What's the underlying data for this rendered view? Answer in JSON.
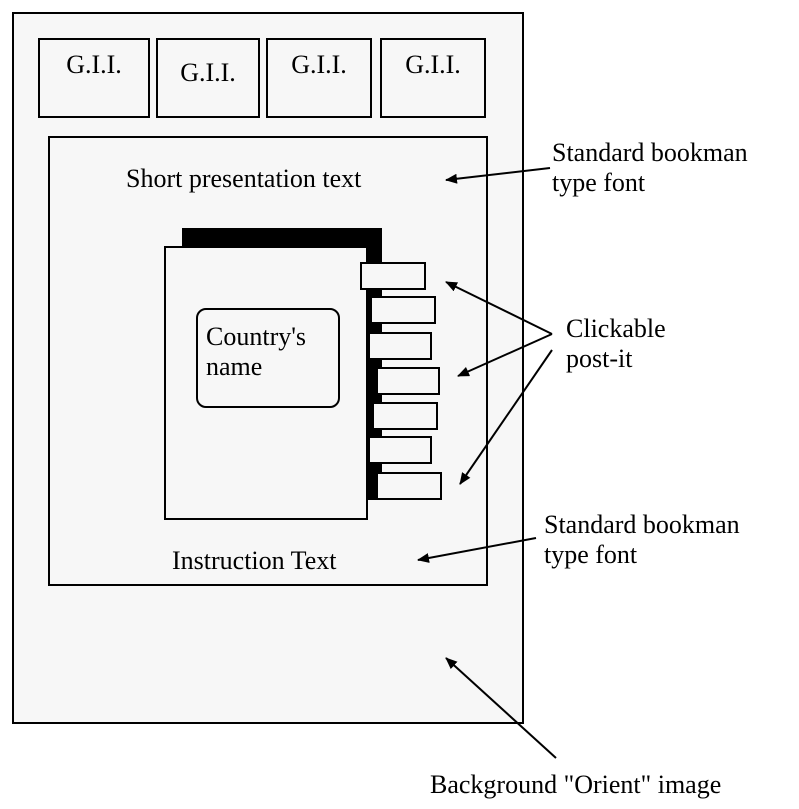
{
  "gii_boxes": [
    {
      "label": "G.I.I."
    },
    {
      "label": "G.I.I."
    },
    {
      "label": "G.I.I."
    },
    {
      "label": "G.I.I."
    }
  ],
  "panel": {
    "presentation_text": "Short presentation text",
    "instruction_text": "Instruction Text",
    "country_name": "Country's\nname"
  },
  "annotations": {
    "font_note_top": "Standard bookman\ntype font",
    "postit_note": "Clickable\npost-it",
    "font_note_bottom": "Standard bookman\ntype font",
    "background_note": "Background \"Orient\" image"
  },
  "postit_tabs": 7
}
